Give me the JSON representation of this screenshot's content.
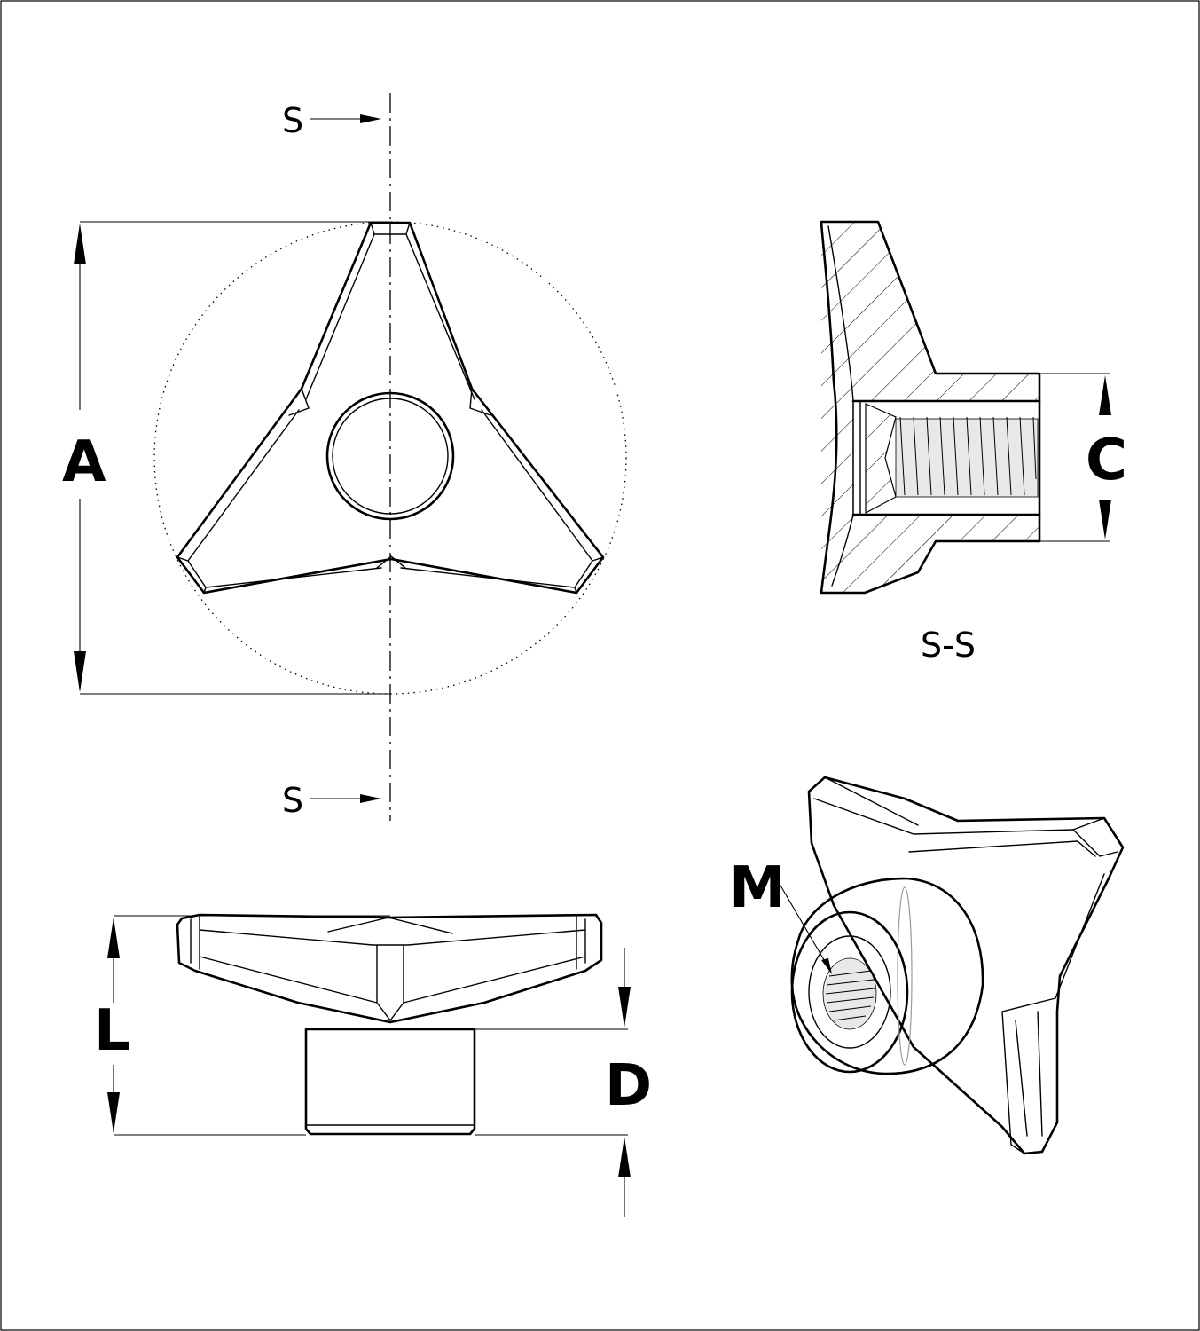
{
  "labels": {
    "section_marker_top": "S",
    "section_marker_bottom": "S",
    "section_view_title": "S-S",
    "dim_overall_diameter": "A",
    "dim_boss_diameter": "C",
    "dim_overall_height": "L",
    "dim_boss_height": "D",
    "dim_thread": "M"
  }
}
